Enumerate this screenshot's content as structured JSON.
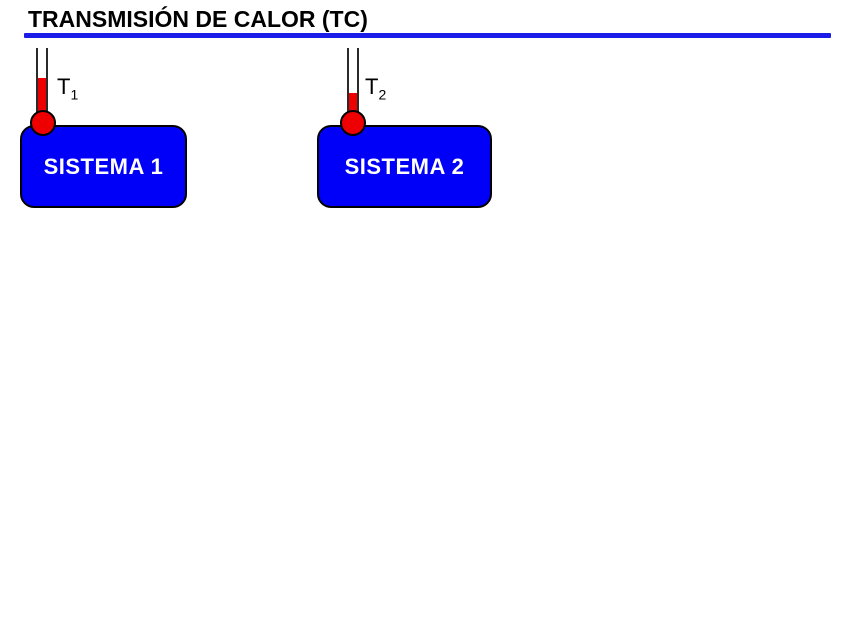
{
  "title": "TRANSMISIÓN DE CALOR (TC)",
  "systems": [
    {
      "name": "SISTEMA 1",
      "temp_symbol": "T",
      "temp_subscript": "1",
      "thermo_fill_style": "height:37px"
    },
    {
      "name": "SISTEMA 2",
      "temp_symbol": "T",
      "temp_subscript": "2",
      "thermo_fill_style": "height:22px"
    }
  ],
  "colors": {
    "title_text": "#000000",
    "divider_blue": "#1c1ce8",
    "box_fill_blue": "#0000f8",
    "box_border": "#000000",
    "box_label_text": "#ffffff",
    "thermometer_red": "#ee0000"
  }
}
